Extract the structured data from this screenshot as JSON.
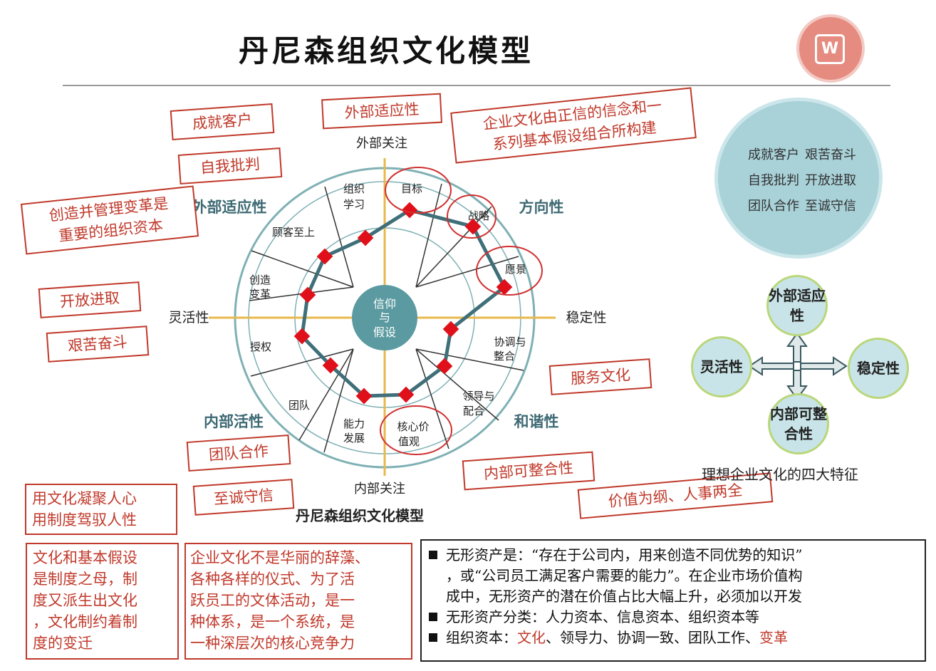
{
  "title": "丹尼森组织文化模型",
  "logo_letter": "W",
  "notes": {
    "n1": "成就客户",
    "n2": "自我批判",
    "n3_line1": "创造并管理变革是",
    "n3_line2": "重要的组织资本",
    "n4": "开放进取",
    "n5": "艰苦奋斗",
    "n6": "外部适应性",
    "n7_line1": "企业文化由正信的信念和一",
    "n7_line2": "系列基本假设组合所构建",
    "n8": "服务文化",
    "n9": "团队合作",
    "n10": "至诚守信",
    "n11": "内部可整合性",
    "n12": "价值为纲、人事两全",
    "n13_line1": "用文化凝聚人心",
    "n13_line2": "用制度驾驭人性",
    "n14_lines": [
      "文化和基本假设",
      "是制度之母，制",
      "度又派生出文化",
      "，文化制约着制",
      "度的变迁"
    ],
    "n15_lines": [
      "企业文化不是华丽的辞藻、",
      "各种各样的仪式、为了活",
      "跃员工的文体活动，是一",
      "种体系，是一个系统，是",
      "一种深层次的核心竞争力"
    ]
  },
  "model": {
    "top_axis": "外部关注",
    "bottom_axis": "内部关注",
    "left_axis": "灵活性",
    "right_axis": "稳定性",
    "q_top_left": "外部适应性",
    "q_top_right": "方向性",
    "q_bottom_left": "内部活性",
    "q_bottom_right": "和谐性",
    "center_line1": "信仰",
    "center_line2": "与",
    "center_line3": "假设",
    "seg_org1": "组织",
    "seg_org2": "学习",
    "seg_customer": "顾客至上",
    "seg_change1": "创造",
    "seg_change2": "变革",
    "seg_empower": "授权",
    "seg_team": "团队",
    "seg_cap1": "能力",
    "seg_cap2": "发展",
    "seg_core1": "核心价",
    "seg_core2": "值观",
    "seg_lead1": "领导与",
    "seg_lead2": "配合",
    "seg_coord1": "协调与",
    "seg_coord2": "整合",
    "seg_vision": "愿景",
    "seg_strategy": "战略",
    "seg_goal": "目标",
    "caption": "丹尼森组织文化模型",
    "colors": {
      "line": "#e8b84b",
      "circle": "#5f9ea0",
      "poly": "#3f6f79",
      "marker": "#e0101a",
      "ring": "#d03030"
    }
  },
  "values_circle": {
    "c1": "成就客户",
    "c2": "艰苦奋斗",
    "c3": "自我批判",
    "c4": "开放进取",
    "c5": "团队合作",
    "c6": "至诚守信"
  },
  "traits": {
    "top": "外部适应性",
    "left": "灵活性",
    "right": "稳定性",
    "bottom": "内部可整合性",
    "caption": "理想企业文化的四大特征"
  },
  "info": {
    "line1": "无形资产是：“存在于公司内，用来创造不同优势的知识”",
    "line2": "，或“公司员工满足客户需要的能力”。在企业市场价值构",
    "line3": "成中，无形资产的潜在价值占比大幅上升，必须加以开发",
    "line4": "无形资产分类：人力资本、信息资本、组织资本等",
    "line5_pre": "组织资本：",
    "line5_red1": "文化",
    "line5_mid": "、领导力、协调一致、团队工作、",
    "line5_red2": "变革"
  }
}
